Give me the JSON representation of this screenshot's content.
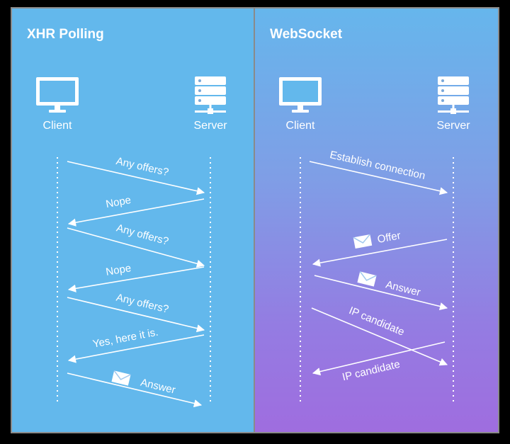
{
  "xhr": {
    "title": "XHR Polling",
    "client_label": "Client",
    "server_label": "Server",
    "messages": [
      "Any offers?",
      "Nope",
      "Any offers?",
      "Nope",
      "Any offers?",
      "Yes, here it is.",
      "Answer"
    ]
  },
  "websocket": {
    "title": "WebSocket",
    "client_label": "Client",
    "server_label": "Server",
    "messages": [
      "Establish connection",
      "Offer",
      "Answer",
      "IP candidate",
      "IP candidate"
    ]
  },
  "icons": {
    "client": "monitor-icon",
    "server": "server-icon",
    "message": "envelope-icon"
  },
  "colors": {
    "left_panel": "#63b8ec",
    "right_panel_top": "#66b6ec",
    "right_panel_bottom": "#9f6ddf",
    "foreground": "#ffffff"
  }
}
